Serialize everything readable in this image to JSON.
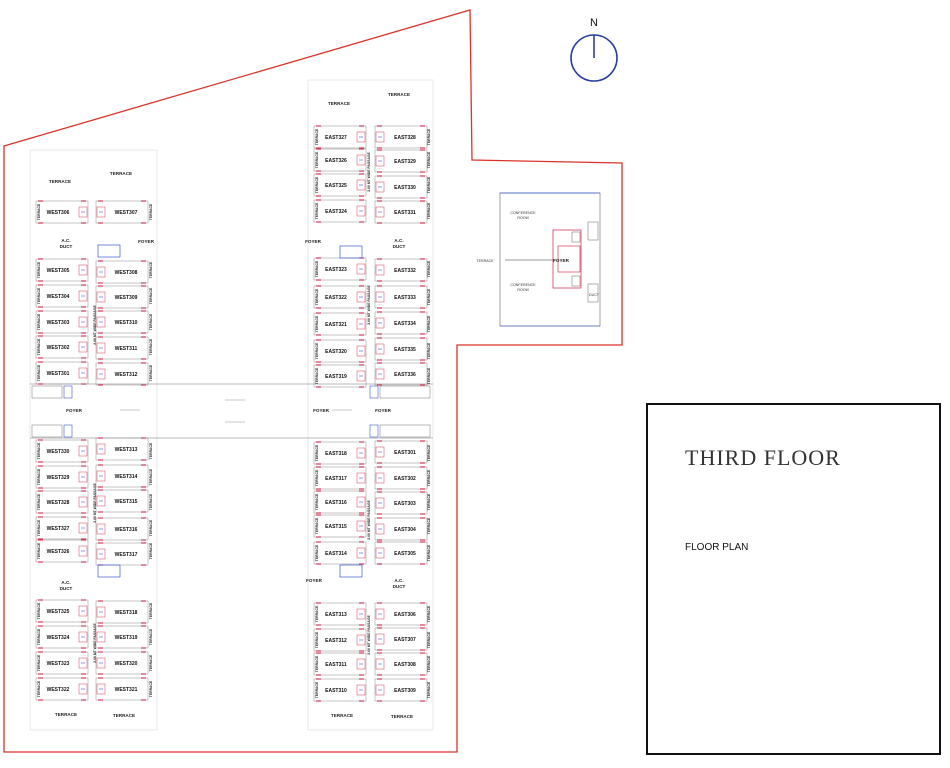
{
  "title": "THIRD FLOOR",
  "subtitle": "FLOOR PLAN",
  "compass_label": "N",
  "colors": {
    "boundary": "#d9342b",
    "wall": "#555555",
    "door": "#d33a5a",
    "window": "#3a5ad3"
  },
  "west_wing": {
    "terrace_top": "TERRACE",
    "terrace_top_left": "TERRACE",
    "terrace_bottom": [
      "TERRACE",
      "TERRACE"
    ],
    "foyer": "FOYER",
    "ac_duct": [
      "A.C.",
      "DUCT"
    ],
    "passage": "2.00 MT WIDE PASSAGE",
    "upper_left": [
      "WEST306",
      "WEST305",
      "WEST304",
      "WEST303",
      "WEST302",
      "WEST301"
    ],
    "upper_right": [
      "WEST307",
      "WEST308",
      "WEST309",
      "WEST310",
      "WEST311",
      "WEST312"
    ],
    "lower_left": [
      "WEST330",
      "WEST329",
      "WEST328",
      "WEST327",
      "WEST326",
      "WEST325",
      "WEST324",
      "WEST323",
      "WEST322"
    ],
    "lower_right": [
      "WEST313",
      "WEST314",
      "WEST315",
      "WEST316",
      "WEST317",
      "WEST318",
      "WEST319",
      "WEST320",
      "WEST321"
    ],
    "side_label": "TERRACE"
  },
  "east_wing": {
    "terrace_top": [
      "TERRACE",
      "TERRACE"
    ],
    "terrace_bottom": [
      "TERRACE",
      "TERRACE"
    ],
    "foyer": [
      "FOYER",
      "FOYER",
      "FOYER",
      "FOYER"
    ],
    "ac_duct": [
      "A.C.",
      "DUCT"
    ],
    "passage": "2.00 MT WIDE PASSAGE",
    "upper_left": [
      "EAST327",
      "EAST326",
      "EAST325",
      "EAST324",
      "EAST323",
      "EAST322",
      "EAST321",
      "EAST320",
      "EAST319"
    ],
    "upper_right": [
      "EAST328",
      "EAST329",
      "EAST330",
      "EAST331",
      "EAST332",
      "EAST333",
      "EAST334",
      "EAST335",
      "EAST336"
    ],
    "lower_left": [
      "EAST318",
      "EAST317",
      "EAST316",
      "EAST315",
      "EAST314",
      "EAST313",
      "EAST312",
      "EAST311",
      "EAST310"
    ],
    "lower_right": [
      "EAST301",
      "EAST302",
      "EAST303",
      "EAST304",
      "EAST305",
      "EAST306",
      "EAST307",
      "EAST308",
      "EAST309"
    ],
    "side_label": "TERRACE"
  },
  "annex": {
    "foyer": "FOYER",
    "terrace": "TERRACE",
    "top_room": [
      "CONFERENCE",
      "ROOM"
    ],
    "bottom_room": [
      "CONFERENCE",
      "ROOM"
    ],
    "duct": "DUCT"
  }
}
